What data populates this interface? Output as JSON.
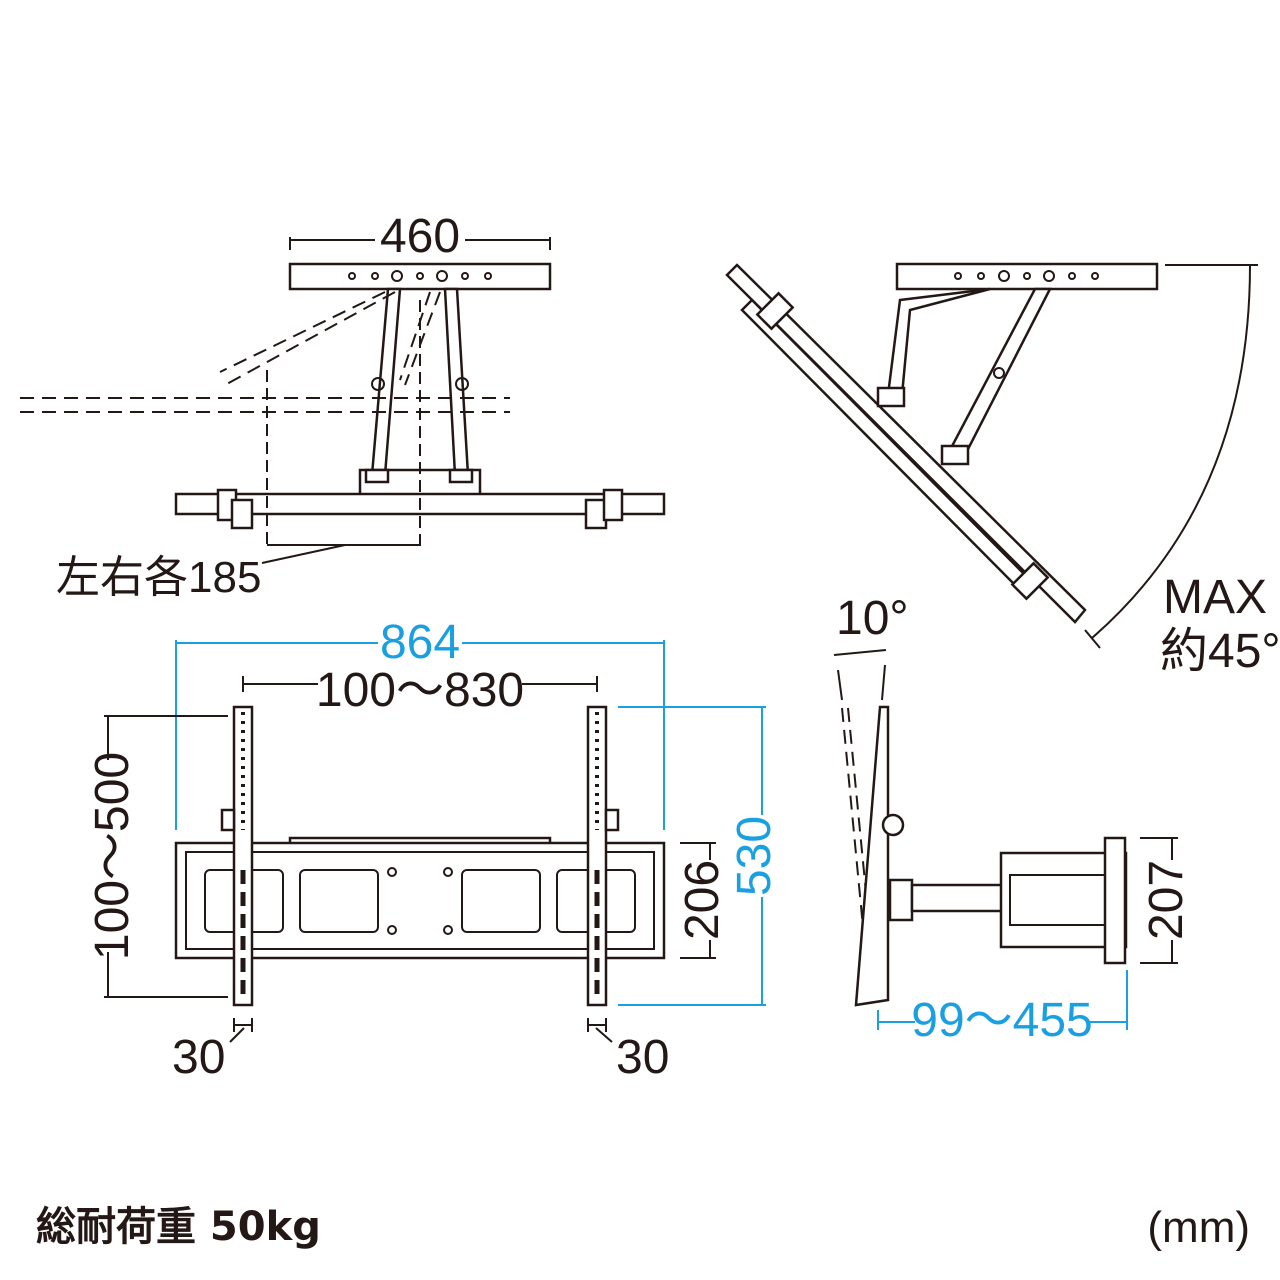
{
  "colors": {
    "line": "#231815",
    "accent": "#1aa0e0"
  },
  "top_view": {
    "width_label": "460",
    "swing_label": "左右各185"
  },
  "side_tilt_view": {
    "max_label": "MAX",
    "angle_label": "約45°"
  },
  "front_view": {
    "overall_width": "864",
    "vesa_horizontal": "100〜830",
    "vesa_vertical": "100〜500",
    "plate_height": "206",
    "overall_height": "530",
    "bracket_width_left": "30",
    "bracket_width_right": "30"
  },
  "profile_view": {
    "tilt_label": "10°",
    "depth_range": "99〜455",
    "wall_plate_height": "207"
  },
  "footer": {
    "max_load": "総耐荷重 50kg",
    "unit": "(mm)"
  }
}
